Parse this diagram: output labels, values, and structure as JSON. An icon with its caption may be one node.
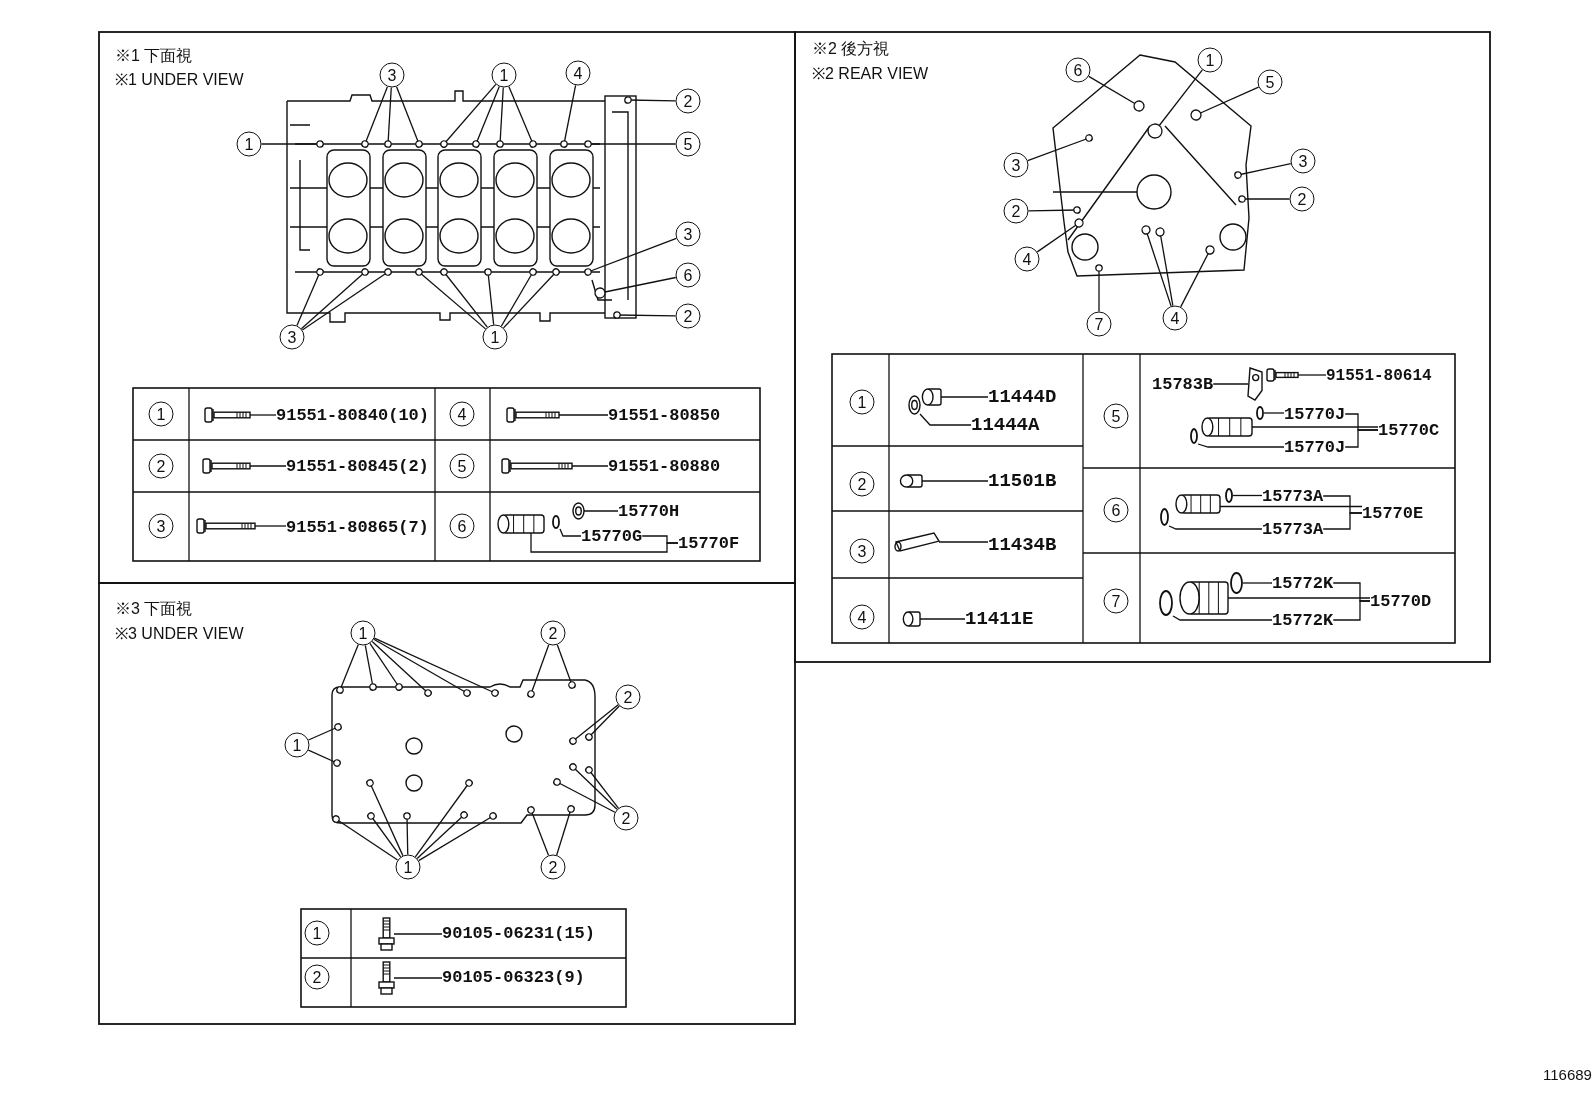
{
  "diagram": {
    "nodes": [
      {
        "text": [
          "3"
        ]
      },
      {
        "text": [
          "1"
        ]
      },
      {
        "text": [
          "4"
        ]
      },
      {
        "text": [
          "2"
        ]
      },
      {
        "text": [
          "1"
        ]
      },
      {
        "text": [
          "5"
        ]
      },
      {
        "text": [
          "3"
        ]
      },
      {
        "text": [
          "6"
        ]
      },
      {
        "text": [
          "2"
        ]
      },
      {
        "text": [
          "3"
        ]
      },
      {
        "text": [
          "1"
        ]
      },
      {
        "text": [
          "1"
        ]
      },
      {
        "text": [
          "2"
        ]
      },
      {
        "text": [
          "1"
        ]
      },
      {
        "text": [
          "2"
        ]
      },
      {
        "text": [
          "2"
        ]
      },
      {
        "text": [
          "1"
        ]
      },
      {
        "text": [
          "2"
        ]
      },
      {
        "text": [
          "6"
        ]
      },
      {
        "text": [
          "1"
        ]
      },
      {
        "text": [
          "5"
        ]
      },
      {
        "text": [
          "3"
        ]
      },
      {
        "text": [
          "3"
        ]
      },
      {
        "text": [
          "2"
        ]
      },
      {
        "text": [
          "2"
        ]
      },
      {
        "text": [
          "4"
        ]
      },
      {
        "text": [
          "7"
        ]
      },
      {
        "text": [
          "4"
        ]
      },
      {
        "text": [
          "1"
        ]
      },
      {
        "text": [
          "91551-80840(10)"
        ]
      },
      {
        "text": [],
        "shape": "picture"
      },
      {
        "text": [
          "4"
        ]
      },
      {
        "text": [
          "91551-80850"
        ]
      },
      {
        "text": [],
        "shape": "picture"
      },
      {
        "text": [
          "2"
        ]
      },
      {
        "text": [
          "91551-80845(2)"
        ]
      },
      {
        "text": [],
        "shape": "picture"
      },
      {
        "text": [
          "5"
        ]
      },
      {
        "text": [
          "91551-80880"
        ]
      },
      {
        "text": [],
        "shape": "picture"
      },
      {
        "text": [
          "3"
        ]
      },
      {
        "text": [
          "91551-80865(7)"
        ]
      },
      {
        "text": [],
        "shape": "picture"
      },
      {
        "text": [
          "6"
        ]
      },
      {
        "text": [],
        "shape": "picture"
      },
      {
        "text": [],
        "shape": "circle"
      },
      {
        "text": [],
        "shape": "picture"
      },
      {
        "text": [
          "15770H"
        ]
      },
      {
        "text": [
          "15770G"
        ]
      },
      {
        "text": [
          "15770F"
        ]
      },
      {
        "text": [
          "1"
        ]
      },
      {
        "text": [],
        "shape": "picture"
      },
      {
        "text": [],
        "shape": "picture"
      },
      {
        "text": [
          "11444D"
        ]
      },
      {
        "text": [
          "11444A"
        ]
      },
      {
        "text": [
          "5"
        ]
      },
      {
        "text": [
          "15783B"
        ]
      },
      {
        "text": [],
        "shape": "picture"
      },
      {
        "text": [],
        "shape": "picture"
      },
      {
        "text": [
          "91551-80614"
        ]
      },
      {
        "text": [],
        "shape": "circle"
      },
      {
        "text": [],
        "shape": "picture"
      },
      {
        "text": [],
        "shape": "circle"
      },
      {
        "text": [
          "15770J"
        ]
      },
      {
        "text": [
          "15770C"
        ]
      },
      {
        "text": [
          "15770J"
        ]
      },
      {
        "text": [
          "2"
        ]
      },
      {
        "text": [],
        "shape": "picture"
      },
      {
        "text": [
          "11501B"
        ]
      },
      {
        "text": [
          "6"
        ]
      },
      {
        "text": [],
        "shape": "circle"
      },
      {
        "text": [],
        "shape": "picture"
      },
      {
        "text": [],
        "shape": "circle"
      },
      {
        "text": [
          "15773A"
        ]
      },
      {
        "text": [
          "15770E"
        ]
      },
      {
        "text": [
          "15773A"
        ]
      },
      {
        "text": [
          "3"
        ]
      },
      {
        "text": [],
        "shape": "picture"
      },
      {
        "text": [
          "11434B"
        ]
      },
      {
        "text": [
          "4"
        ]
      },
      {
        "text": [],
        "shape": "picture"
      },
      {
        "text": [
          "11411E"
        ]
      },
      {
        "text": [
          "7"
        ]
      },
      {
        "text": [],
        "shape": "circle"
      },
      {
        "text": [],
        "shape": "picture"
      },
      {
        "text": [],
        "shape": "circle"
      },
      {
        "text": [
          "15772K"
        ]
      },
      {
        "text": [
          "15770D"
        ]
      },
      {
        "text": [
          "15772K"
        ]
      },
      {
        "text": [
          "1"
        ]
      },
      {
        "text": [],
        "shape": "picture"
      },
      {
        "text": [
          "90105-06231(15)"
        ]
      },
      {
        "text": [
          "2"
        ]
      },
      {
        "text": [],
        "shape": "picture"
      },
      {
        "text": [
          "90105-06323(9)"
        ]
      }
    ],
    "edges": [
      {
        "from": 0,
        "to": null,
        "arrow": "other"
      },
      {
        "from": 0,
        "to": null,
        "arrow": "other"
      },
      {
        "from": 0,
        "to": null,
        "arrow": "other"
      },
      {
        "from": 1,
        "to": null,
        "arrow": "other"
      },
      {
        "from": 1,
        "to": null,
        "arrow": "other"
      },
      {
        "from": 1,
        "to": null,
        "arrow": "other"
      },
      {
        "from": 1,
        "to": null,
        "arrow": "other"
      },
      {
        "from": 2,
        "to": null,
        "arrow": "other"
      },
      {
        "from": 3,
        "to": null,
        "arrow": "other"
      },
      {
        "from": 4,
        "to": null,
        "arrow": "other"
      },
      {
        "from": 5,
        "to": null,
        "arrow": "other"
      },
      {
        "from": 6,
        "to": null,
        "arrow": "other"
      },
      {
        "from": 7,
        "to": null,
        "arrow": "other"
      },
      {
        "from": 8,
        "to": null,
        "arrow": "other"
      },
      {
        "from": 9,
        "to": null,
        "arrow": "other"
      },
      {
        "from": 9,
        "to": null,
        "arrow": "other"
      },
      {
        "from": 9,
        "to": null,
        "arrow": "other"
      },
      {
        "from": 10,
        "to": null,
        "arrow": "other"
      },
      {
        "from": 10,
        "to": null,
        "arrow": "other"
      },
      {
        "from": 10,
        "to": null,
        "arrow": "other"
      },
      {
        "from": 10,
        "to": null,
        "arrow": "other"
      },
      {
        "from": 10,
        "to": null,
        "arrow": "other"
      },
      {
        "from": 11,
        "to": null,
        "arrow": "other"
      },
      {
        "from": 11,
        "to": null,
        "arrow": "other"
      },
      {
        "from": 11,
        "to": null,
        "arrow": "other"
      },
      {
        "from": 11,
        "to": null,
        "arrow": "other"
      },
      {
        "from": 11,
        "to": null,
        "arrow": "other"
      },
      {
        "from": 11,
        "to": null,
        "arrow": "other"
      },
      {
        "from": 12,
        "to": null,
        "arrow": "other"
      },
      {
        "from": 12,
        "to": null,
        "arrow": "other"
      },
      {
        "from": 13,
        "to": null,
        "arrow": "other"
      },
      {
        "from": 13,
        "to": null,
        "arrow": "other"
      },
      {
        "from": 14,
        "to": null,
        "arrow": "other"
      },
      {
        "from": 14,
        "to": null,
        "arrow": "other"
      },
      {
        "from": 15,
        "to": null,
        "arrow": "other"
      },
      {
        "from": 15,
        "to": null,
        "arrow": "other"
      },
      {
        "from": 15,
        "to": null,
        "arrow": "other"
      },
      {
        "from": 16,
        "to": null,
        "arrow": "other"
      },
      {
        "from": 16,
        "to": null,
        "arrow": "other"
      },
      {
        "from": 16,
        "to": null,
        "arrow": "other"
      },
      {
        "from": 16,
        "to": null,
        "arrow": "other"
      },
      {
        "from": 16,
        "to": null,
        "arrow": "other"
      },
      {
        "from": 16,
        "to": null,
        "arrow": "other"
      },
      {
        "from": 16,
        "to": null,
        "arrow": "other"
      },
      {
        "from": 17,
        "to": null,
        "arrow": "other"
      },
      {
        "from": 17,
        "to": null,
        "arrow": "other"
      },
      {
        "from": 18,
        "to": null,
        "arrow": "other"
      },
      {
        "from": 19,
        "to": null,
        "arrow": "other"
      },
      {
        "from": 20,
        "to": null,
        "arrow": "other"
      },
      {
        "from": 21,
        "to": null,
        "arrow": "other"
      },
      {
        "from": 22,
        "to": null,
        "arrow": "other"
      },
      {
        "from": 23,
        "to": null,
        "arrow": "other"
      },
      {
        "from": 24,
        "to": null,
        "arrow": "other"
      },
      {
        "from": 25,
        "to": null,
        "arrow": "other"
      },
      {
        "from": 26,
        "to": null,
        "arrow": "other"
      },
      {
        "from": 27,
        "to": null,
        "arrow": "other"
      },
      {
        "from": 27,
        "to": null,
        "arrow": "other"
      },
      {
        "from": 27,
        "to": null,
        "arrow": "other"
      },
      {
        "from": 29,
        "to": 30,
        "arrow": "none"
      },
      {
        "from": 32,
        "to": 33,
        "arrow": "none"
      },
      {
        "from": 35,
        "to": 36,
        "arrow": "none"
      },
      {
        "from": 38,
        "to": 39,
        "arrow": "none"
      },
      {
        "from": 41,
        "to": 42,
        "arrow": "none"
      },
      {
        "from": 47,
        "to": 46,
        "arrow": "none"
      },
      {
        "from": 48,
        "to": 45,
        "arrow": "none"
      },
      {
        "from": 49,
        "to": 48,
        "arrow": "none"
      },
      {
        "from": 49,
        "to": 44,
        "arrow": "none"
      },
      {
        "from": 53,
        "to": 52,
        "arrow": "none"
      },
      {
        "from": 54,
        "to": 51,
        "arrow": "none"
      },
      {
        "from": 56,
        "to": 57,
        "arrow": "none"
      },
      {
        "from": 59,
        "to": 58,
        "arrow": "none"
      },
      {
        "from": 63,
        "to": 62,
        "arrow": "none"
      },
      {
        "from": 65,
        "to": 60,
        "arrow": "none"
      },
      {
        "from": 64,
        "to": 63,
        "arrow": "none"
      },
      {
        "from": 64,
        "to": 61,
        "arrow": "none"
      },
      {
        "from": 64,
        "to": 65,
        "arrow": "none"
      },
      {
        "from": 68,
        "to": 67,
        "arrow": "none"
      },
      {
        "from": 73,
        "to": 72,
        "arrow": "none"
      },
      {
        "from": 75,
        "to": 70,
        "arrow": "none"
      },
      {
        "from": 74,
        "to": 73,
        "arrow": "none"
      },
      {
        "from": 74,
        "to": 71,
        "arrow": "none"
      },
      {
        "from": 74,
        "to": 75,
        "arrow": "none"
      },
      {
        "from": 78,
        "to": 77,
        "arrow": "none"
      },
      {
        "from": 81,
        "to": 80,
        "arrow": "none"
      },
      {
        "from": 86,
        "to": 85,
        "arrow": "none"
      },
      {
        "from": 88,
        "to": 83,
        "arrow": "none"
      },
      {
        "from": 87,
        "to": 86,
        "arrow": "none"
      },
      {
        "from": 87,
        "to": 84,
        "arrow": "none"
      },
      {
        "from": 87,
        "to": 88,
        "arrow": "none"
      },
      {
        "from": 91,
        "to": 90,
        "arrow": "none"
      },
      {
        "from": 94,
        "to": 93,
        "arrow": "none"
      }
    ],
    "labels": [
      "※1 下面視",
      "※1 UNDER VIEW",
      "※2 後方視",
      "※2 REAR VIEW",
      "※3 下面視",
      "※3 UNDER VIEW",
      "116689"
    ]
  }
}
